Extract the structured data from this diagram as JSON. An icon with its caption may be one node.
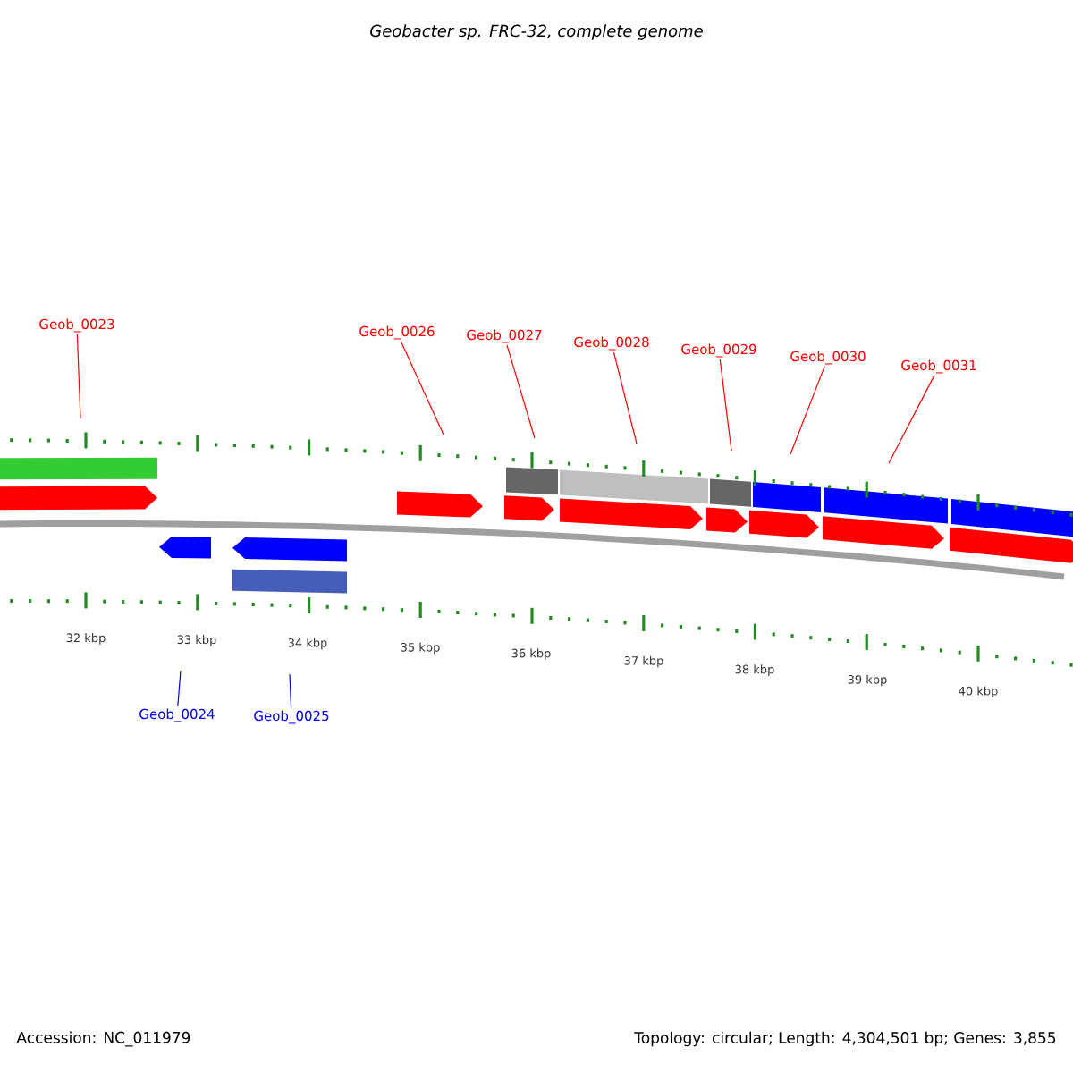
{
  "diagram": {
    "title": "Geobacter sp. FRC-32, complete genome",
    "nodes": [
      {
        "text": [
          "Geob_0023"
        ]
      },
      {
        "text": [
          "Geob_0026"
        ]
      },
      {
        "text": [
          "Geob_0027"
        ]
      },
      {
        "text": [
          "Geob_0028"
        ]
      },
      {
        "text": [
          "Geob_0029"
        ]
      },
      {
        "text": [
          "Geob_0030"
        ]
      },
      {
        "text": [
          "Geob_0031"
        ]
      },
      {
        "text": [
          "Geob_0024"
        ]
      },
      {
        "text": [
          "Geob_0025"
        ]
      }
    ],
    "edges": [
      {
        "from": 0,
        "to": null,
        "arrow": "none"
      },
      {
        "from": 1,
        "to": null,
        "arrow": "none"
      },
      {
        "from": 2,
        "to": null,
        "arrow": "none"
      },
      {
        "from": 3,
        "to": null,
        "arrow": "none"
      },
      {
        "from": 4,
        "to": null,
        "arrow": "none"
      },
      {
        "from": 5,
        "to": null,
        "arrow": "none"
      },
      {
        "from": 6,
        "to": null,
        "arrow": "none"
      },
      {
        "from": 7,
        "to": null,
        "arrow": "none",
        "color": "#0000ff"
      },
      {
        "from": 8,
        "to": null,
        "arrow": "none",
        "color": "#0000ff"
      }
    ],
    "labels": [
      "32 kbp",
      "33 kbp",
      "34 kbp",
      "35 kbp",
      "36 kbp",
      "37 kbp",
      "38 kbp",
      "39 kbp",
      "40 kbp",
      "Accession: NC_011979",
      "Topology: circular; Length: 4,304,501 bp; Genes: 3,855"
    ]
  }
}
